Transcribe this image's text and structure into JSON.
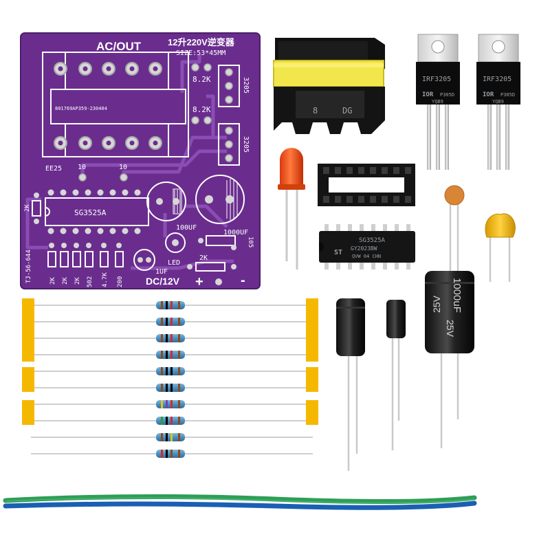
{
  "pcb": {
    "title_out": "AC/OUT",
    "title_main": "12升220V逆变器",
    "size_label": "SIZE:53*45MM",
    "board_code": "801769AP359-230404",
    "transformer_label": "EE25",
    "ic_label": "SG3525A",
    "resistor_8k2_a": "8.2K",
    "resistor_8k2_b": "8.2K",
    "mosfet_label_a": "3205",
    "mosfet_label_b": "3205",
    "label_10_a": "10",
    "label_10_b": "10",
    "label_2k_side": "2K",
    "cap_100uf": "100UF",
    "cap_1000uf": "1000UF",
    "cap_105": "105",
    "label_led": "LED",
    "label_1uf": "1UF",
    "label_2k_right": "2K",
    "side_code": "TJ-56-644",
    "bottom_labels": [
      "2K",
      "2K",
      "2K",
      "502",
      "4.7K",
      "200"
    ],
    "dc_label": "DC/12V",
    "plus_sign": "+",
    "minus_sign": "-"
  },
  "mosfets": [
    {
      "part": "IRF3205",
      "brand": "IOR",
      "code": "P305D",
      "batch": "YQB9"
    },
    {
      "part": "IRF3205",
      "brand": "IOR",
      "code": "P305D",
      "batch": "YQB9"
    }
  ],
  "ic_chip": {
    "part": "SG3525A",
    "lot": "GY2023BW",
    "batch": "QVW 04 CHN",
    "brand": "ST"
  },
  "transformer_marks": {
    "left": "8",
    "right": "DG"
  },
  "big_capacitor": {
    "value": "1000uF",
    "voltage": "25V"
  },
  "colors": {
    "pcb": "#6a2d8e",
    "pcb_trace": "#8a4db3",
    "tape": "#f5b800",
    "wire_blue": "#1a5fb4",
    "wire_green": "#2e9e57"
  }
}
